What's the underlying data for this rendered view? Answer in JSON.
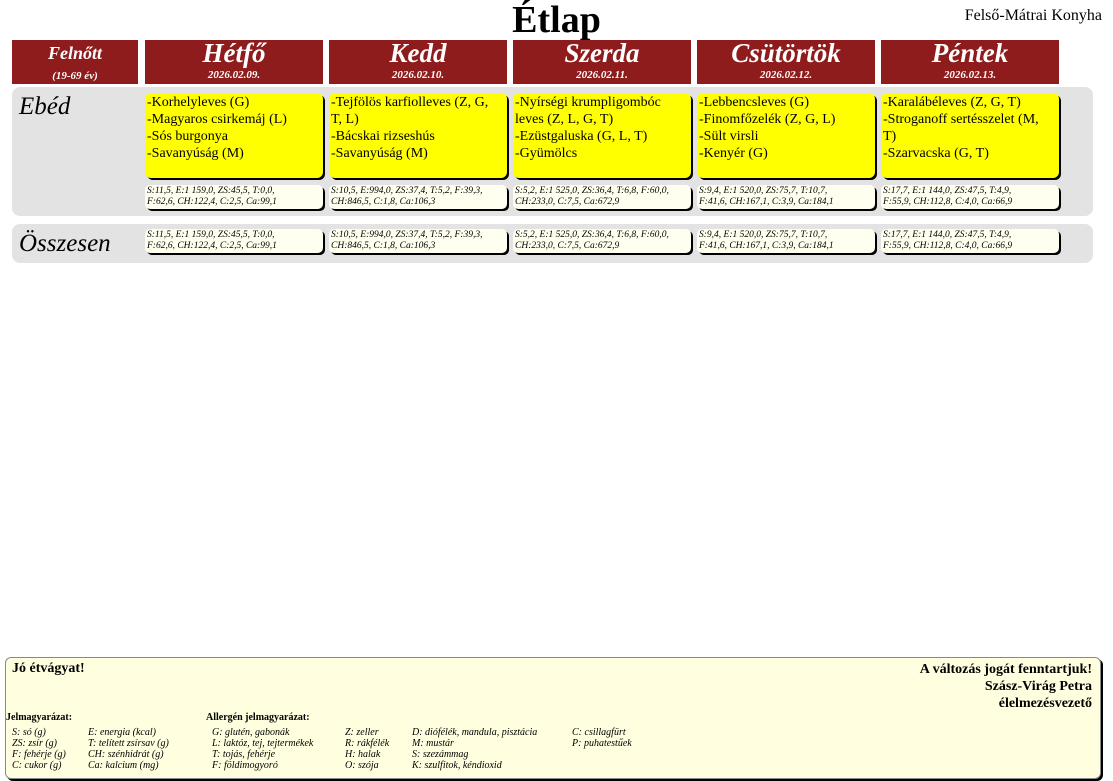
{
  "title": "Étlap",
  "kitchen": "Felső-Mátrai Konyha",
  "group": {
    "label": "Felnőtt",
    "ages": "(19-69 év)"
  },
  "days": [
    {
      "name": "Hétfő",
      "date": "2026.02.09."
    },
    {
      "name": "Kedd",
      "date": "2026.02.10."
    },
    {
      "name": "Szerda",
      "date": "2026.02.11."
    },
    {
      "name": "Csütörtök",
      "date": "2026.02.12."
    },
    {
      "name": "Péntek",
      "date": "2026.02.13."
    }
  ],
  "rows": {
    "lunch_label": "Ebéd",
    "total_label": "Összesen"
  },
  "meals": [
    "-Korhelyleves (G)\n-Magyaros csirkemáj  (L)\n-Sós burgonya\n-Savanyúság (M)",
    "-Tejfölös karfiolleves (Z, G,\nT, L)\n-Bácskai rizseshús\n-Savanyúság (M)",
    "-Nyírségi krumpligombóc\nleves (Z, L, G, T)\n-Ezüstgaluska (G, L, T)\n-Gyümölcs",
    "-Lebbencsleves (G)\n-Finomfőzelék  (Z, G, L)\n-Sült virsli\n-Kenyér (G)",
    "-Karalábéleves  (Z, G, T)\n-Stroganoff sertésszelet (M,\nT)\n-Szarvacska (G, T)"
  ],
  "nutrition": [
    "S:11,5, E:1 159,0, ZS:45,5, T:0,0,\nF:62,6, CH:122,4, C:2,5, Ca:99,1",
    "S:10,5, E:994,0, ZS:37,4, T:5,2, F:39,3,\nCH:846,5, C:1,8, Ca:106,3",
    "S:5,2, E:1 525,0, ZS:36,4, T:6,8, F:60,0,\nCH:233,0, C:7,5, Ca:672,9",
    "S:9,4, E:1 520,0, ZS:75,7, T:10,7,\nF:41,6, CH:167,1, C:3,9, Ca:184,1",
    "S:17,7, E:1 144,0, ZS:47,5, T:4,9,\nF:55,9, CH:112,8, C:4,0, Ca:66,9"
  ],
  "totals": [
    "S:11,5, E:1 159,0, ZS:45,5, T:0,0,\nF:62,6, CH:122,4, C:2,5, Ca:99,1",
    "S:10,5, E:994,0, ZS:37,4, T:5,2, F:39,3,\nCH:846,5, C:1,8, Ca:106,3",
    "S:5,2, E:1 525,0, ZS:36,4, T:6,8, F:60,0,\nCH:233,0, C:7,5, Ca:672,9",
    "S:9,4, E:1 520,0, ZS:75,7, T:10,7,\nF:41,6, CH:167,1, C:3,9, Ca:184,1",
    "S:17,7, E:1 144,0, ZS:47,5, T:4,9,\nF:55,9, CH:112,8, C:4,0, Ca:66,9"
  ],
  "footer": {
    "greeting": "Jó étvágyat!",
    "disclaimer": "A változás jogát fenntartjuk!",
    "person": "Szász-Virág Petra",
    "role": "élelmezésvezető",
    "legend_title": "Jelmagyarázat:",
    "legend_col1": [
      "S: só (g)",
      "ZS: zsír (g)",
      "F: fehérje (g)",
      "C: cukor (g)"
    ],
    "legend_col2": [
      "E: energia (kcal)",
      "T: telített zsírsav (g)",
      "CH: szénhidrát (g)",
      "Ca: kalcium (mg)"
    ],
    "allergen_title": "Allergén jelmagyarázat:",
    "allergen_col1": [
      "G: glutén, gabonák",
      "L: laktóz, tej, tejtermékek",
      "T: tojás, fehérje",
      "F: földimogyoró"
    ],
    "allergen_col2": [
      "Z: zeller",
      "R: rákfélék",
      "H: halak",
      "O: szója"
    ],
    "allergen_col3": [
      "D: diófélék, mandula, pisztácia",
      "M: mustár",
      "S: szezámmag",
      "K: szulfitok, kéndioxid"
    ],
    "allergen_col4": [
      "C: csillagfürt",
      "P: puhatestűek"
    ]
  },
  "colors": {
    "header": "#8e1c1c",
    "meal": "#ffff00",
    "band": "#e3e3e3",
    "footer": "#ffffdf"
  }
}
